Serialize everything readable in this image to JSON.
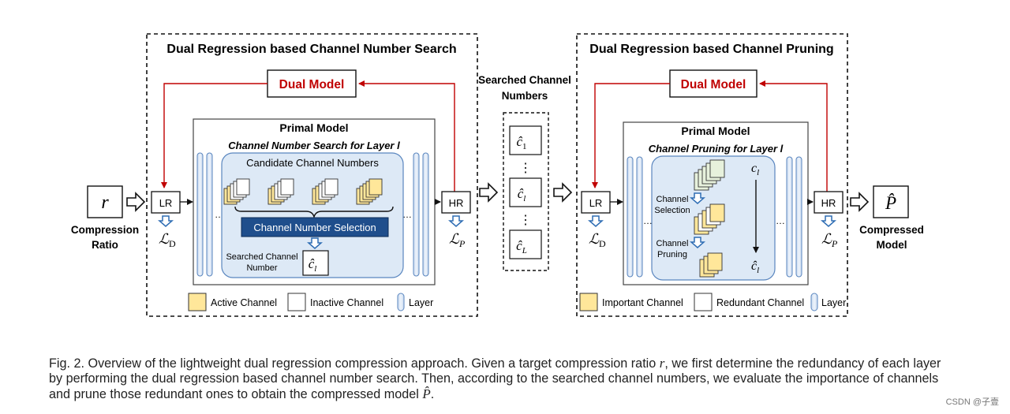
{
  "left_panel": {
    "title": "Dual Regression based Channel Number Search",
    "dual_model": "Dual Model",
    "primal_model": "Primal Model",
    "subtitle": "Channel Number Search for Layer l",
    "candidate": "Candidate Channel Numbers",
    "selection": "Channel Number Selection",
    "searched_line1": "Searched Channel",
    "searched_line2": "Number",
    "searched_symbol": "ĉ",
    "searched_sub": "l",
    "lr": "LR",
    "hr": "HR",
    "loss_d": "ℒ",
    "loss_d_sub": "D",
    "loss_p": "ℒ",
    "loss_p_sub": "P",
    "legend_active": "Active Channel",
    "legend_inactive": "Inactive Channel",
    "legend_layer": "Layer"
  },
  "input": {
    "symbol": "r",
    "label_line1": "Compression",
    "label_line2": "Ratio"
  },
  "middle": {
    "title_line1": "Searched Channel",
    "title_line2": "Numbers",
    "symbol": "ĉ",
    "sub1": "1",
    "subl": "l",
    "subL": "L",
    "dots": "⋮"
  },
  "right_panel": {
    "title": "Dual Regression based Channel Pruning",
    "dual_model": "Dual Model",
    "primal_model": "Primal Model",
    "subtitle": "Channel Pruning for Layer l",
    "selection_line1": "Channel",
    "selection_line2": "Selection",
    "pruning_line1": "Channel",
    "pruning_line2": "Pruning",
    "c_symbol": "c",
    "c_sub": "l",
    "chat_symbol": "ĉ",
    "chat_sub": "l",
    "lr": "LR",
    "hr": "HR",
    "loss_d": "ℒ",
    "loss_d_sub": "D",
    "loss_p": "ℒ",
    "loss_p_sub": "P",
    "legend_important": "Important Channel",
    "legend_redundant": "Redundant Channel",
    "legend_layer": "Layer"
  },
  "output": {
    "symbol": "P̂",
    "label_line1": "Compressed",
    "label_line2": "Model"
  },
  "caption": {
    "part1": "Fig. 2. Overview of the lightweight dual regression compression approach. Given a target compression ratio ",
    "r": "r",
    "part2": ", we first determine the redundancy of each layer by performing the dual regression based channel number search. Then, according to the searched channel numbers, we evaluate the importance of channels and prune those redundant ones to obtain the compressed model ",
    "p": "P̂",
    "part3": "."
  },
  "watermark": "CSDN @子壹",
  "colors": {
    "red": "#c00000",
    "blue": "#2e6db4",
    "panel_blue": "#dde9f6",
    "layer_fill": "#dbe7f5",
    "yellow": "#ffe79a",
    "green_channel": "#e7f1dc",
    "selection_bar": "#1f4e8c"
  }
}
